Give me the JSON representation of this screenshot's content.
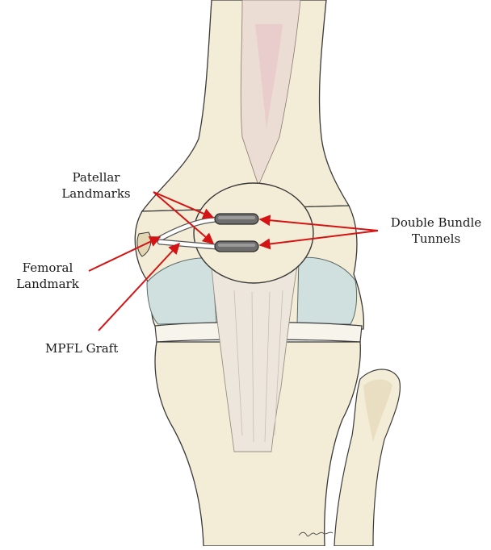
{
  "labels": {
    "patellar_line1": "Patellar",
    "patellar_line2": "Landmarks",
    "double_line1": "Double Bundle",
    "double_line2": "Tunnels",
    "femoral_line1": "Femoral",
    "femoral_line2": "Landmark",
    "mpfl": "MPFL Graft"
  },
  "colors": {
    "bone": "#f3ecd6",
    "bone_shade": "#e2d6b4",
    "outline": "#3a3a3a",
    "cartilage": "#cfe0df",
    "tendon": "#ece6dd",
    "muscle_pink": "#e7c9c9",
    "graft": "#ffffff",
    "tunnel": "#6e6e6e",
    "arrow": "#d41414"
  }
}
